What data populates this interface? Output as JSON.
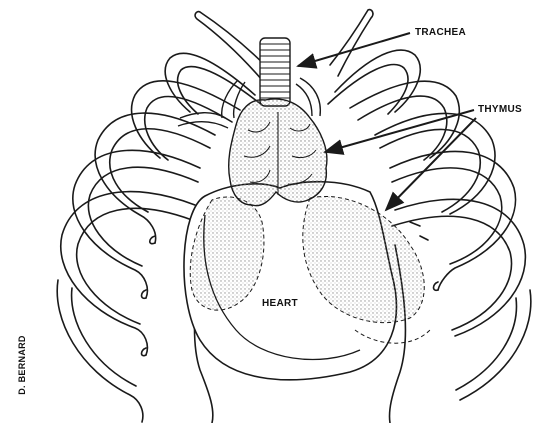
{
  "labels": {
    "trachea": "TRACHEA",
    "thymus": "THYMUS",
    "heart": "HEART",
    "credit": "D. BERNARD"
  },
  "colors": {
    "ink": "#1a1a1a",
    "shade": "#8a8a8a",
    "background": "#ffffff"
  },
  "icons": {
    "ribcage": "ribcage-illustration",
    "trachea": "trachea-illustration",
    "thymus": "thymus-illustration",
    "heart": "heart-illustration"
  }
}
